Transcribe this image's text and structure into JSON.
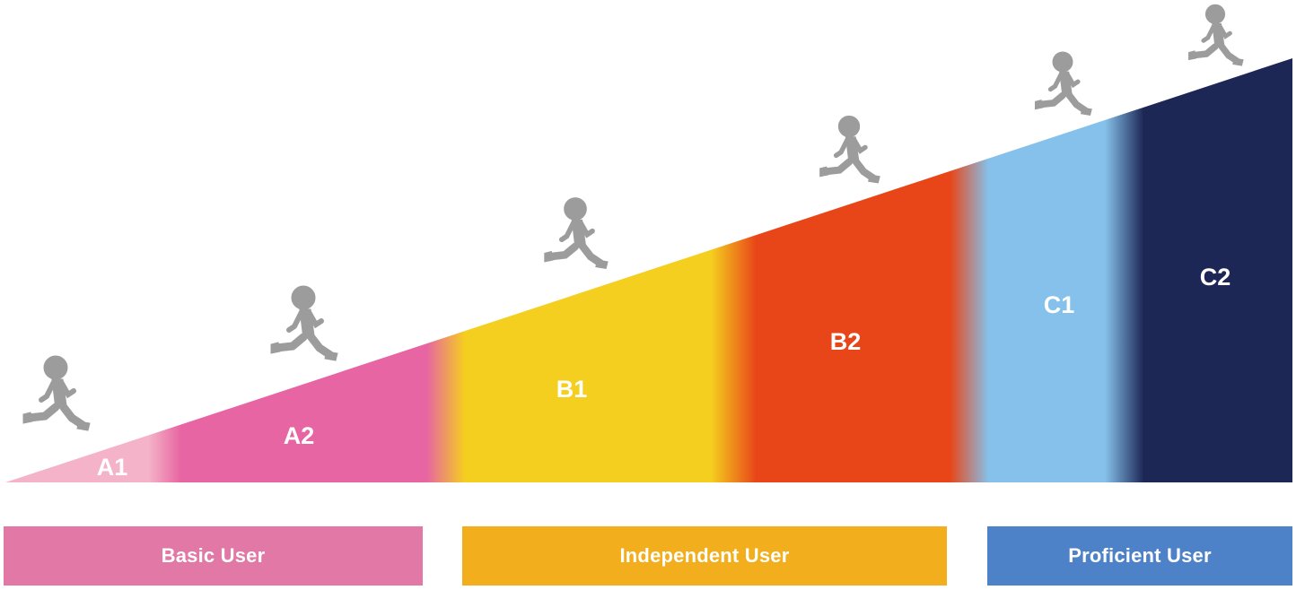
{
  "levels": [
    {
      "code": "A1",
      "color": "#f4b3c8"
    },
    {
      "code": "A2",
      "color": "#e765a2"
    },
    {
      "code": "B1",
      "color": "#f5cf1f"
    },
    {
      "code": "B2",
      "color": "#e84618"
    },
    {
      "code": "C1",
      "color": "#85c1ea"
    },
    {
      "code": "C2",
      "color": "#1d2756"
    }
  ],
  "groups": [
    {
      "label": "Basic User",
      "color": "#e278a6"
    },
    {
      "label": "Independent User",
      "color": "#f2ae1c"
    },
    {
      "label": "Proficient User",
      "color": "#4e82c8"
    }
  ],
  "runner_icon": "running-person-icon",
  "runner_color": "#9c9c9c"
}
